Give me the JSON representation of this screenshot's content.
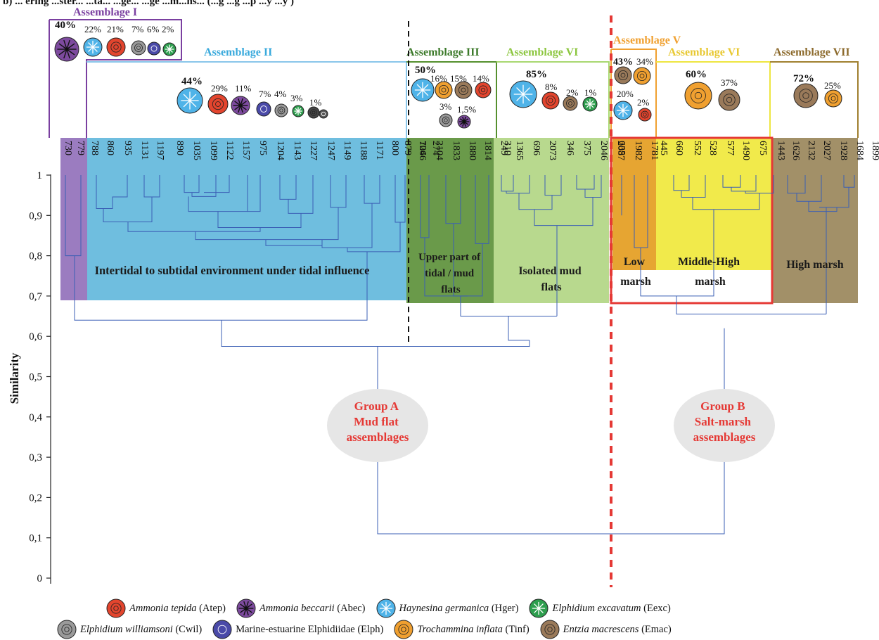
{
  "header_text": "b) ... ering ...ster... ...ta... ...ge... ...ge ...m...ns... (...g ...g ...p ...y ...y )",
  "y_axis": {
    "label": "Similarity",
    "ticks": [
      "0",
      "0,1",
      "0,2",
      "0,3",
      "0,4",
      "0,5",
      "0,6",
      "0,7",
      "0,8",
      "0,9",
      "1"
    ],
    "ylim": [
      0,
      1
    ]
  },
  "assemblages": [
    {
      "title": "Assemblage I",
      "color": "#7a3fa0",
      "percents": [
        "40%",
        "22%",
        "21%",
        "7%",
        "6%",
        "2%"
      ]
    },
    {
      "title": "Assemblage II",
      "color": "#38a9dc",
      "percents": [
        "44%",
        "29%",
        "11%",
        "7%",
        "4%",
        "3%",
        "1%"
      ]
    },
    {
      "title": "Assemblage III",
      "color": "#3c7a2a",
      "percents": [
        "50%",
        "16%",
        "15%",
        "14%",
        "3%",
        "1,5%"
      ]
    },
    {
      "title": "Assemblage VI",
      "color": "#8cc63f",
      "percents": [
        "85%",
        "8%",
        "2%",
        "1%"
      ]
    },
    {
      "title": "Assemblage V",
      "color": "#f0a030",
      "percents": [
        "43%",
        "34%",
        "20%",
        "2%"
      ]
    },
    {
      "title": "Assemblage VI",
      "color": "#e8c830",
      "percents": [
        "60%",
        "37%"
      ]
    },
    {
      "title": "Assemblage VII",
      "color": "#8c6a2c",
      "percents": [
        "72%",
        "25%"
      ]
    }
  ],
  "samples": {
    "g1": [
      "730",
      "779"
    ],
    "g2": [
      "788",
      "860",
      "935",
      "1131",
      "1197",
      "890",
      "1035",
      "1099",
      "1122",
      "1157",
      "975",
      "1204",
      "1143",
      "1227",
      "1247",
      "1149",
      "1188",
      "1171",
      "800",
      "879",
      "1266",
      "274"
    ],
    "g3": [
      "704",
      "2104",
      "1833",
      "1880",
      "1814",
      "249"
    ],
    "g4": [
      "310",
      "1365",
      "696",
      "2073",
      "346",
      "375",
      "2046",
      "2087"
    ],
    "g5": [
      "635",
      "1982",
      "1781"
    ],
    "g6": [
      "445",
      "660",
      "552",
      "528",
      "577",
      "1490",
      "675",
      "1443"
    ],
    "g7": [
      "1626",
      "2132",
      "2027",
      "1928",
      "1684",
      "1899"
    ]
  },
  "environments": [
    "Intertidal to subtidal environment under tidal influence",
    "Upper part of tidal / mud flats",
    "Isolated mud flats",
    "Low marsh",
    "Middle-High marsh",
    "High marsh"
  ],
  "groups": [
    {
      "lines": [
        "Group A",
        "Mud flat",
        "assemblages"
      ]
    },
    {
      "lines": [
        "Group B",
        "Salt-marsh",
        "assemblages"
      ]
    }
  ],
  "colors": {
    "g1": "#9b7cc0",
    "g2": "#6fbedf",
    "g3": "#6a9a4a",
    "g4": "#b8d98e",
    "g5": "#e6a532",
    "g6": "#f1ea4b",
    "g7": "#a29068",
    "dendro": "#3b5fb5",
    "accent": "#e53935"
  },
  "legend": [
    {
      "species": "Ammonia tepida",
      "code": "(Atep)",
      "icon": "ammonia-tepida-icon",
      "color": "#e3452e",
      "italic": true
    },
    {
      "species": "Ammonia beccarii",
      "code": "(Abec)",
      "icon": "ammonia-beccarii-icon",
      "color": "#7d4a9e",
      "italic": true
    },
    {
      "species": "Haynesina germanica",
      "code": "(Hger)",
      "icon": "haynesina-germanica-icon",
      "color": "#4fb3e8",
      "italic": true
    },
    {
      "species": "Elphidium excavatum",
      "code": "(Eexc)",
      "icon": "elphidium-excavatum-icon",
      "color": "#2e9e4e",
      "italic": true
    },
    {
      "species": "Elphidium williamsoni",
      "code": "(Cwil)",
      "icon": "elphidium-williamsoni-icon",
      "color": "#9a9a9a",
      "italic": true
    },
    {
      "species": "Marine-estuarine Elphidiidae",
      "code": "(Elph)",
      "icon": "elphidiidae-icon",
      "color": "#4a4aa8",
      "italic": false
    },
    {
      "species": "Trochammina inflata",
      "code": "(Tinf)",
      "icon": "trochammina-inflata-icon",
      "color": "#f0a030",
      "italic": true
    },
    {
      "species": "Entzia macrescens",
      "code": "(Emac)",
      "icon": "entzia-macrescens-icon",
      "color": "#9a7a5a",
      "italic": true
    }
  ]
}
